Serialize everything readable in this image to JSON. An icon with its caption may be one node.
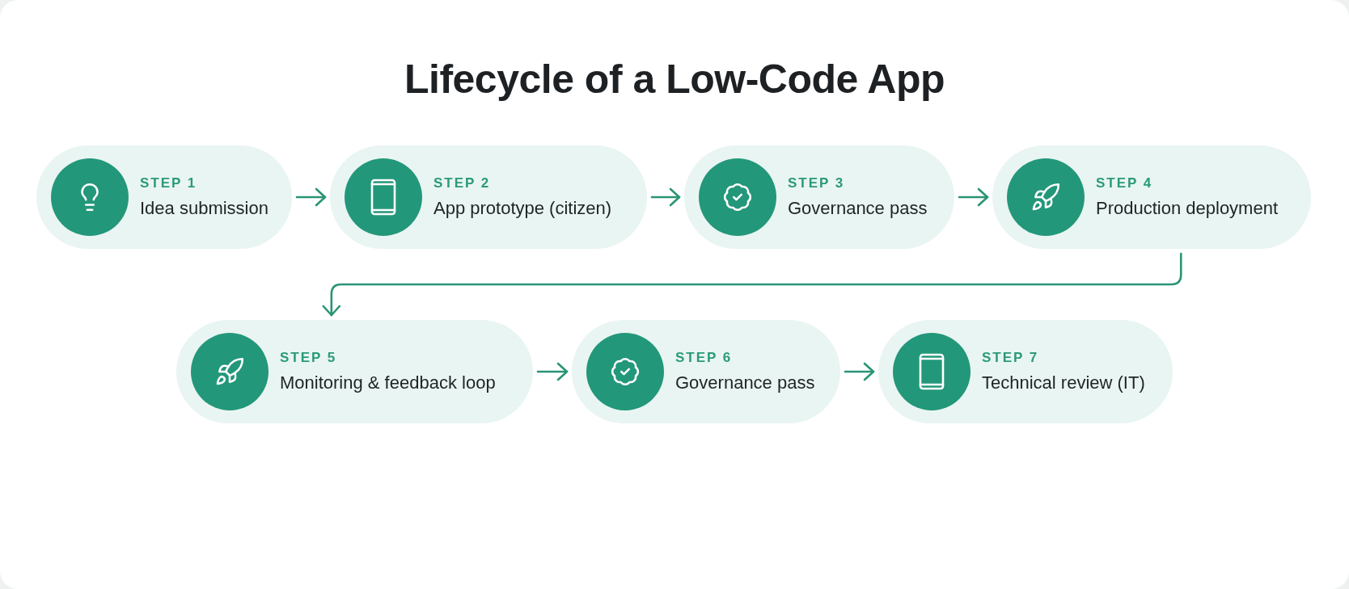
{
  "diagram": {
    "title": "Lifecycle of a Low-Code App",
    "nodes": [
      {
        "text": [
          "STEP 1",
          "Idea submission"
        ]
      },
      {
        "text": [
          "STEP 2",
          "App prototype (citizen)"
        ]
      },
      {
        "text": [
          "STEP 3",
          "Governance pass"
        ]
      },
      {
        "text": [
          "STEP 4",
          "Production deployment"
        ]
      },
      {
        "text": [
          "STEP 5",
          "Monitoring & feedback loop"
        ]
      },
      {
        "text": [
          "STEP 6",
          "Governance pass"
        ]
      },
      {
        "text": [
          "STEP 7",
          "Technical review (IT)"
        ]
      }
    ],
    "edges": [
      {
        "from": 0,
        "to": 1,
        "arrow": "to"
      },
      {
        "from": 1,
        "to": 2,
        "arrow": "to"
      },
      {
        "from": 2,
        "to": 3,
        "arrow": "to"
      },
      {
        "from": 3,
        "to": 4,
        "arrow": "to"
      },
      {
        "from": 4,
        "to": 5,
        "arrow": "to"
      },
      {
        "from": 5,
        "to": 6,
        "arrow": "to"
      }
    ]
  }
}
